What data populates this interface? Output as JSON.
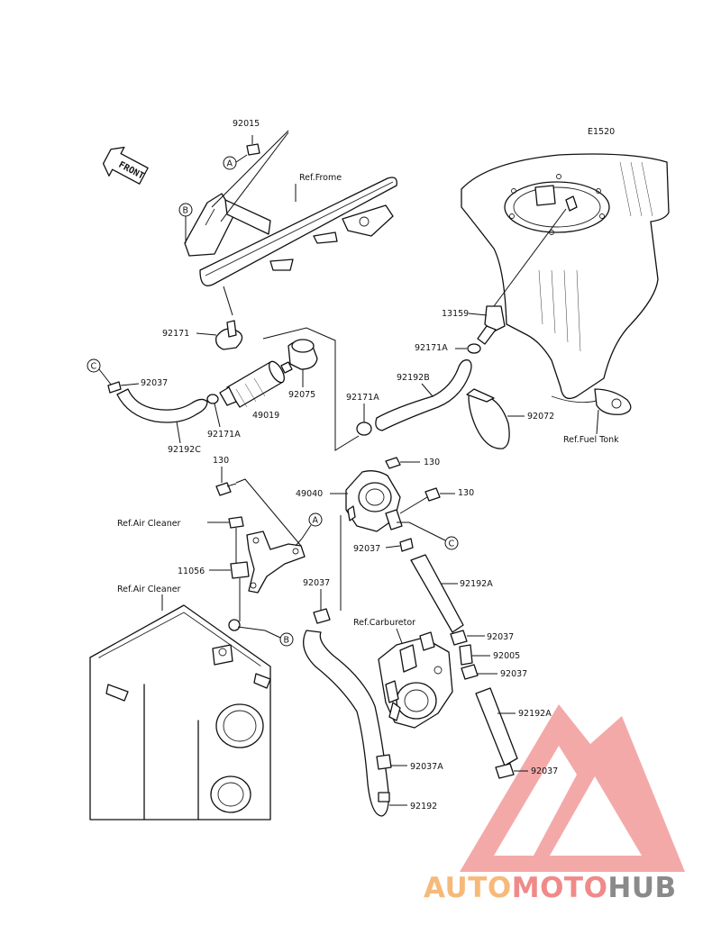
{
  "diagram_code": "E1520",
  "front_label": "FRONT",
  "labels": {
    "p92015": "92015",
    "ref_frame": "Ref.Frome",
    "p92171_left": "92171",
    "p92037_c_left": "92037",
    "p92171a_left": "92171A",
    "p92192c": "92192C",
    "p49019": "49019",
    "p92075": "92075",
    "p92171a_mid": "92171A",
    "p92192b": "92192B",
    "p92171a_top": "92171A",
    "p13159": "13159",
    "p92072": "92072",
    "ref_fuel_tank": "Ref.Fuel Tonk",
    "p130_left": "130",
    "p130_top": "130",
    "p130_right": "130",
    "p49040": "49040",
    "ref_air_cleaner_1": "Ref.Air Cleaner",
    "p11056": "11056",
    "ref_air_cleaner_2": "Ref.Air Cleaner",
    "p92037_mid": "92037",
    "p92037_left2": "92037",
    "p92192a_top": "92192A",
    "ref_carburetor": "Ref.Carburetor",
    "p92037_r1": "92037",
    "p92005": "92005",
    "p92037_r2": "92037",
    "p92192a_bottom": "92192A",
    "p92037_r3": "92037",
    "p92037a": "92037A",
    "p92192": "92192"
  },
  "callouts": {
    "a1": "A",
    "a2": "A",
    "b1": "B",
    "b2": "B",
    "c1": "C",
    "c2": "C"
  },
  "watermark": {
    "auto": "AUTO",
    "moto": "MOTO",
    "hub": "HUB",
    "color_auto": "#f7b97a",
    "color_moto": "#f08a8a",
    "color_hub": "#8a8a8a",
    "triangle_color": "#f3a0a0"
  }
}
